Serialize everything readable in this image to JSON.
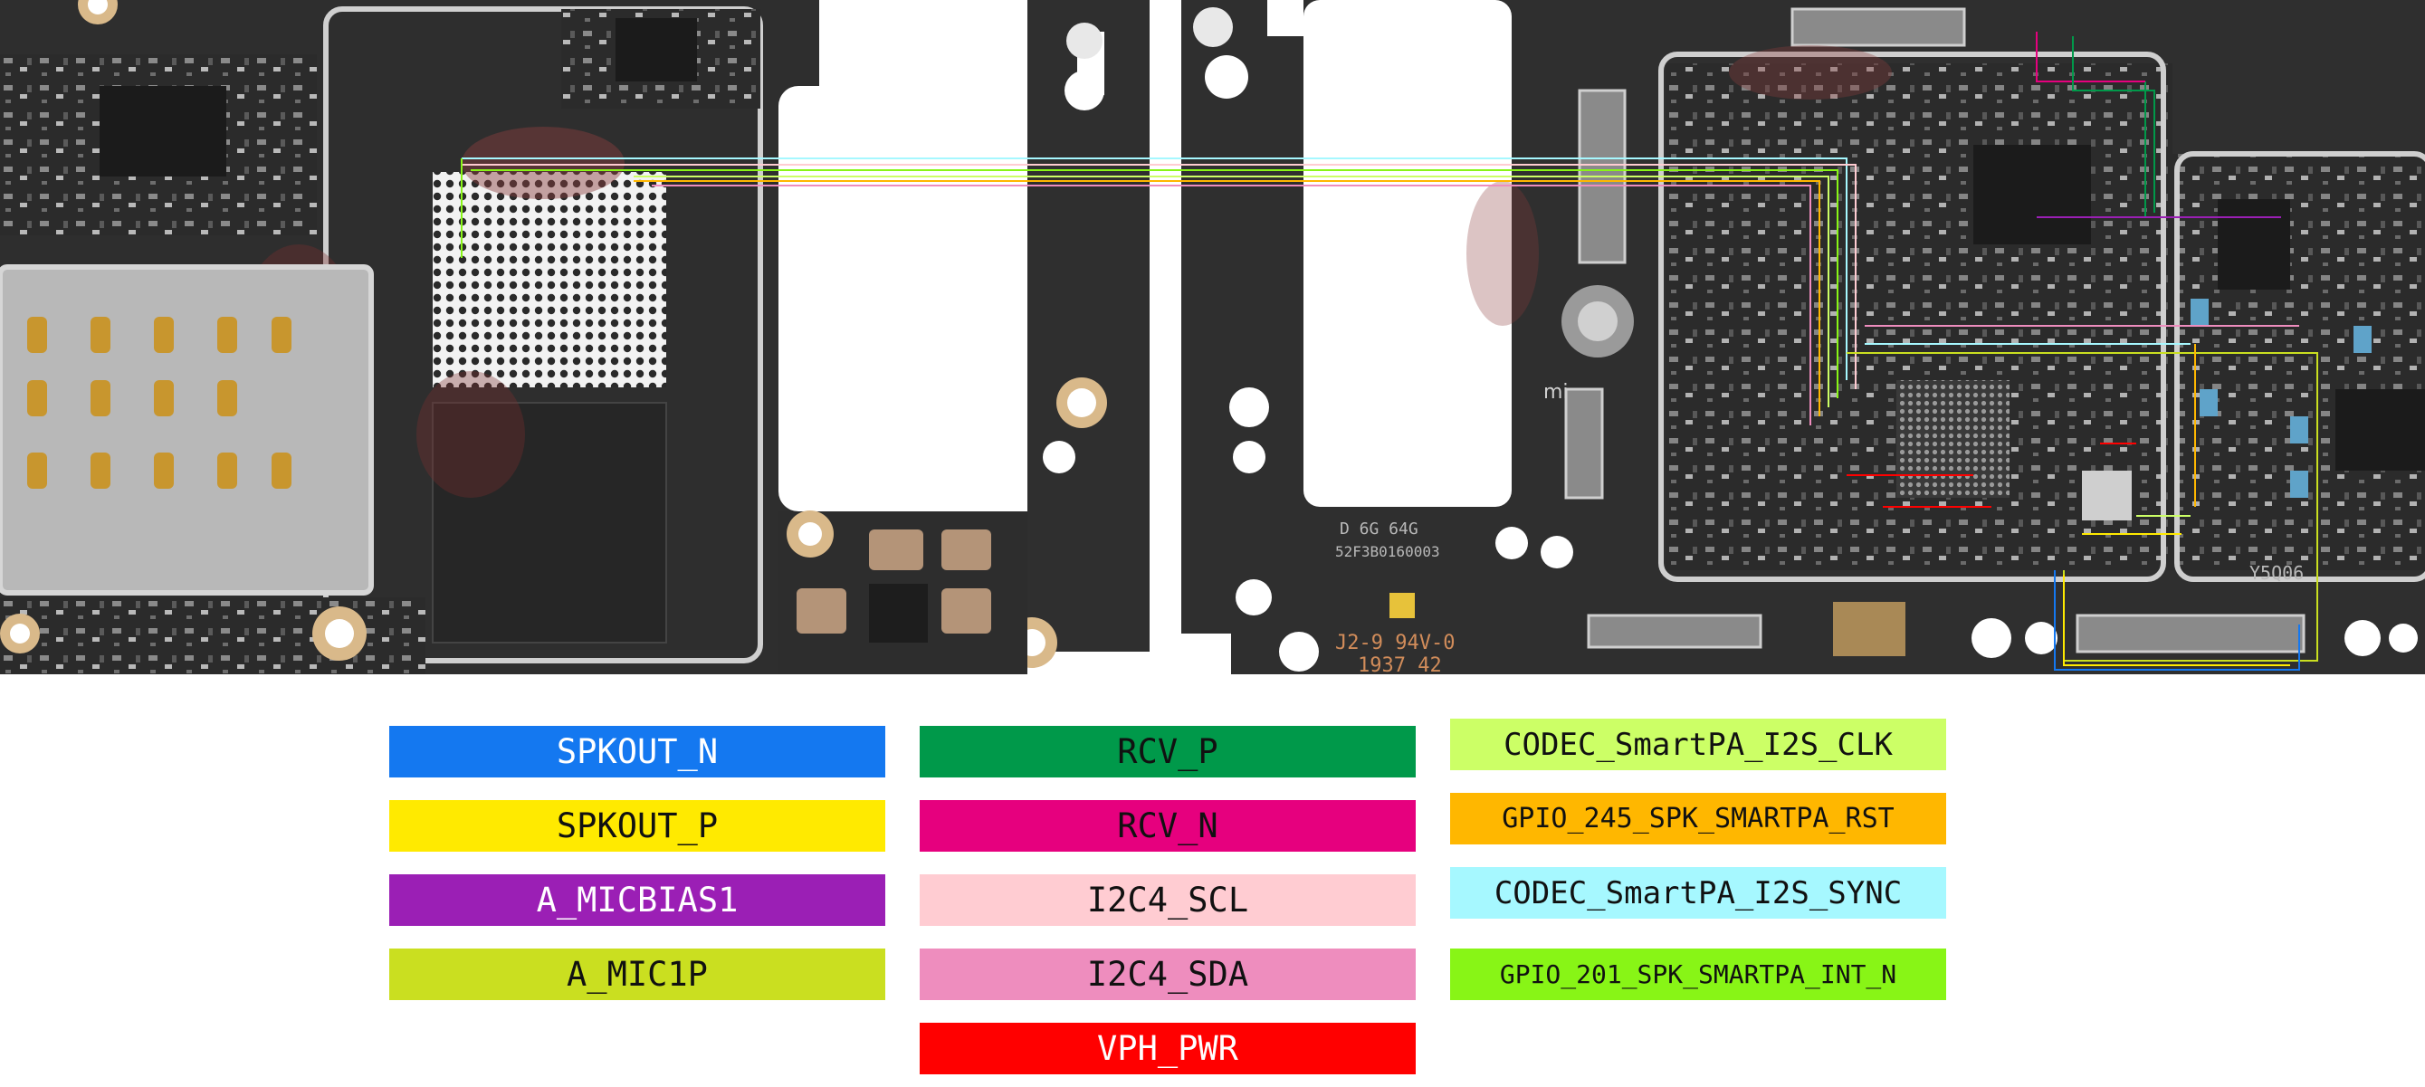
{
  "board_silkscreen": {
    "marking_1": "D  6G  64G",
    "marking_2": "52F3B0160003",
    "marking_3": "J2-9  94V-0",
    "marking_4": "1937  42",
    "marking_5": "Y5Q06",
    "brand_logo": "mi"
  },
  "legend": [
    {
      "label": "SPKOUT_N",
      "color": "#1478F0",
      "text_color": "#ffffff"
    },
    {
      "label": "SPKOUT_P",
      "color": "#FFEA00",
      "text_color": "#111111"
    },
    {
      "label": "A_MICBIAS1",
      "color": "#9B1FB5",
      "text_color": "#ffffff"
    },
    {
      "label": "A_MIC1P",
      "color": "#CADF20",
      "text_color": "#111111"
    },
    {
      "label": "RCV_P",
      "color": "#00994A",
      "text_color": "#111111"
    },
    {
      "label": "RCV_N",
      "color": "#E6007E",
      "text_color": "#111111"
    },
    {
      "label": "I2C4_SCL",
      "color": "#FFCCD2",
      "text_color": "#111111"
    },
    {
      "label": "I2C4_SDA",
      "color": "#EE8DBE",
      "text_color": "#111111"
    },
    {
      "label": "VPH_PWR",
      "color": "#FF0000",
      "text_color": "#ffffff"
    },
    {
      "label": "CODEC_SmartPA_I2S_CLK",
      "color": "#CCFF66",
      "text_color": "#111111"
    },
    {
      "label": "GPIO_245_SPK_SMARTPA_RST",
      "color": "#FFB700",
      "text_color": "#111111"
    },
    {
      "label": "CODEC_SmartPA_I2S_SYNC",
      "color": "#A6F8FF",
      "text_color": "#111111"
    },
    {
      "label": "GPIO_201_SPK_SMARTPA_INT_N",
      "color": "#88F516",
      "text_color": "#111111"
    }
  ]
}
